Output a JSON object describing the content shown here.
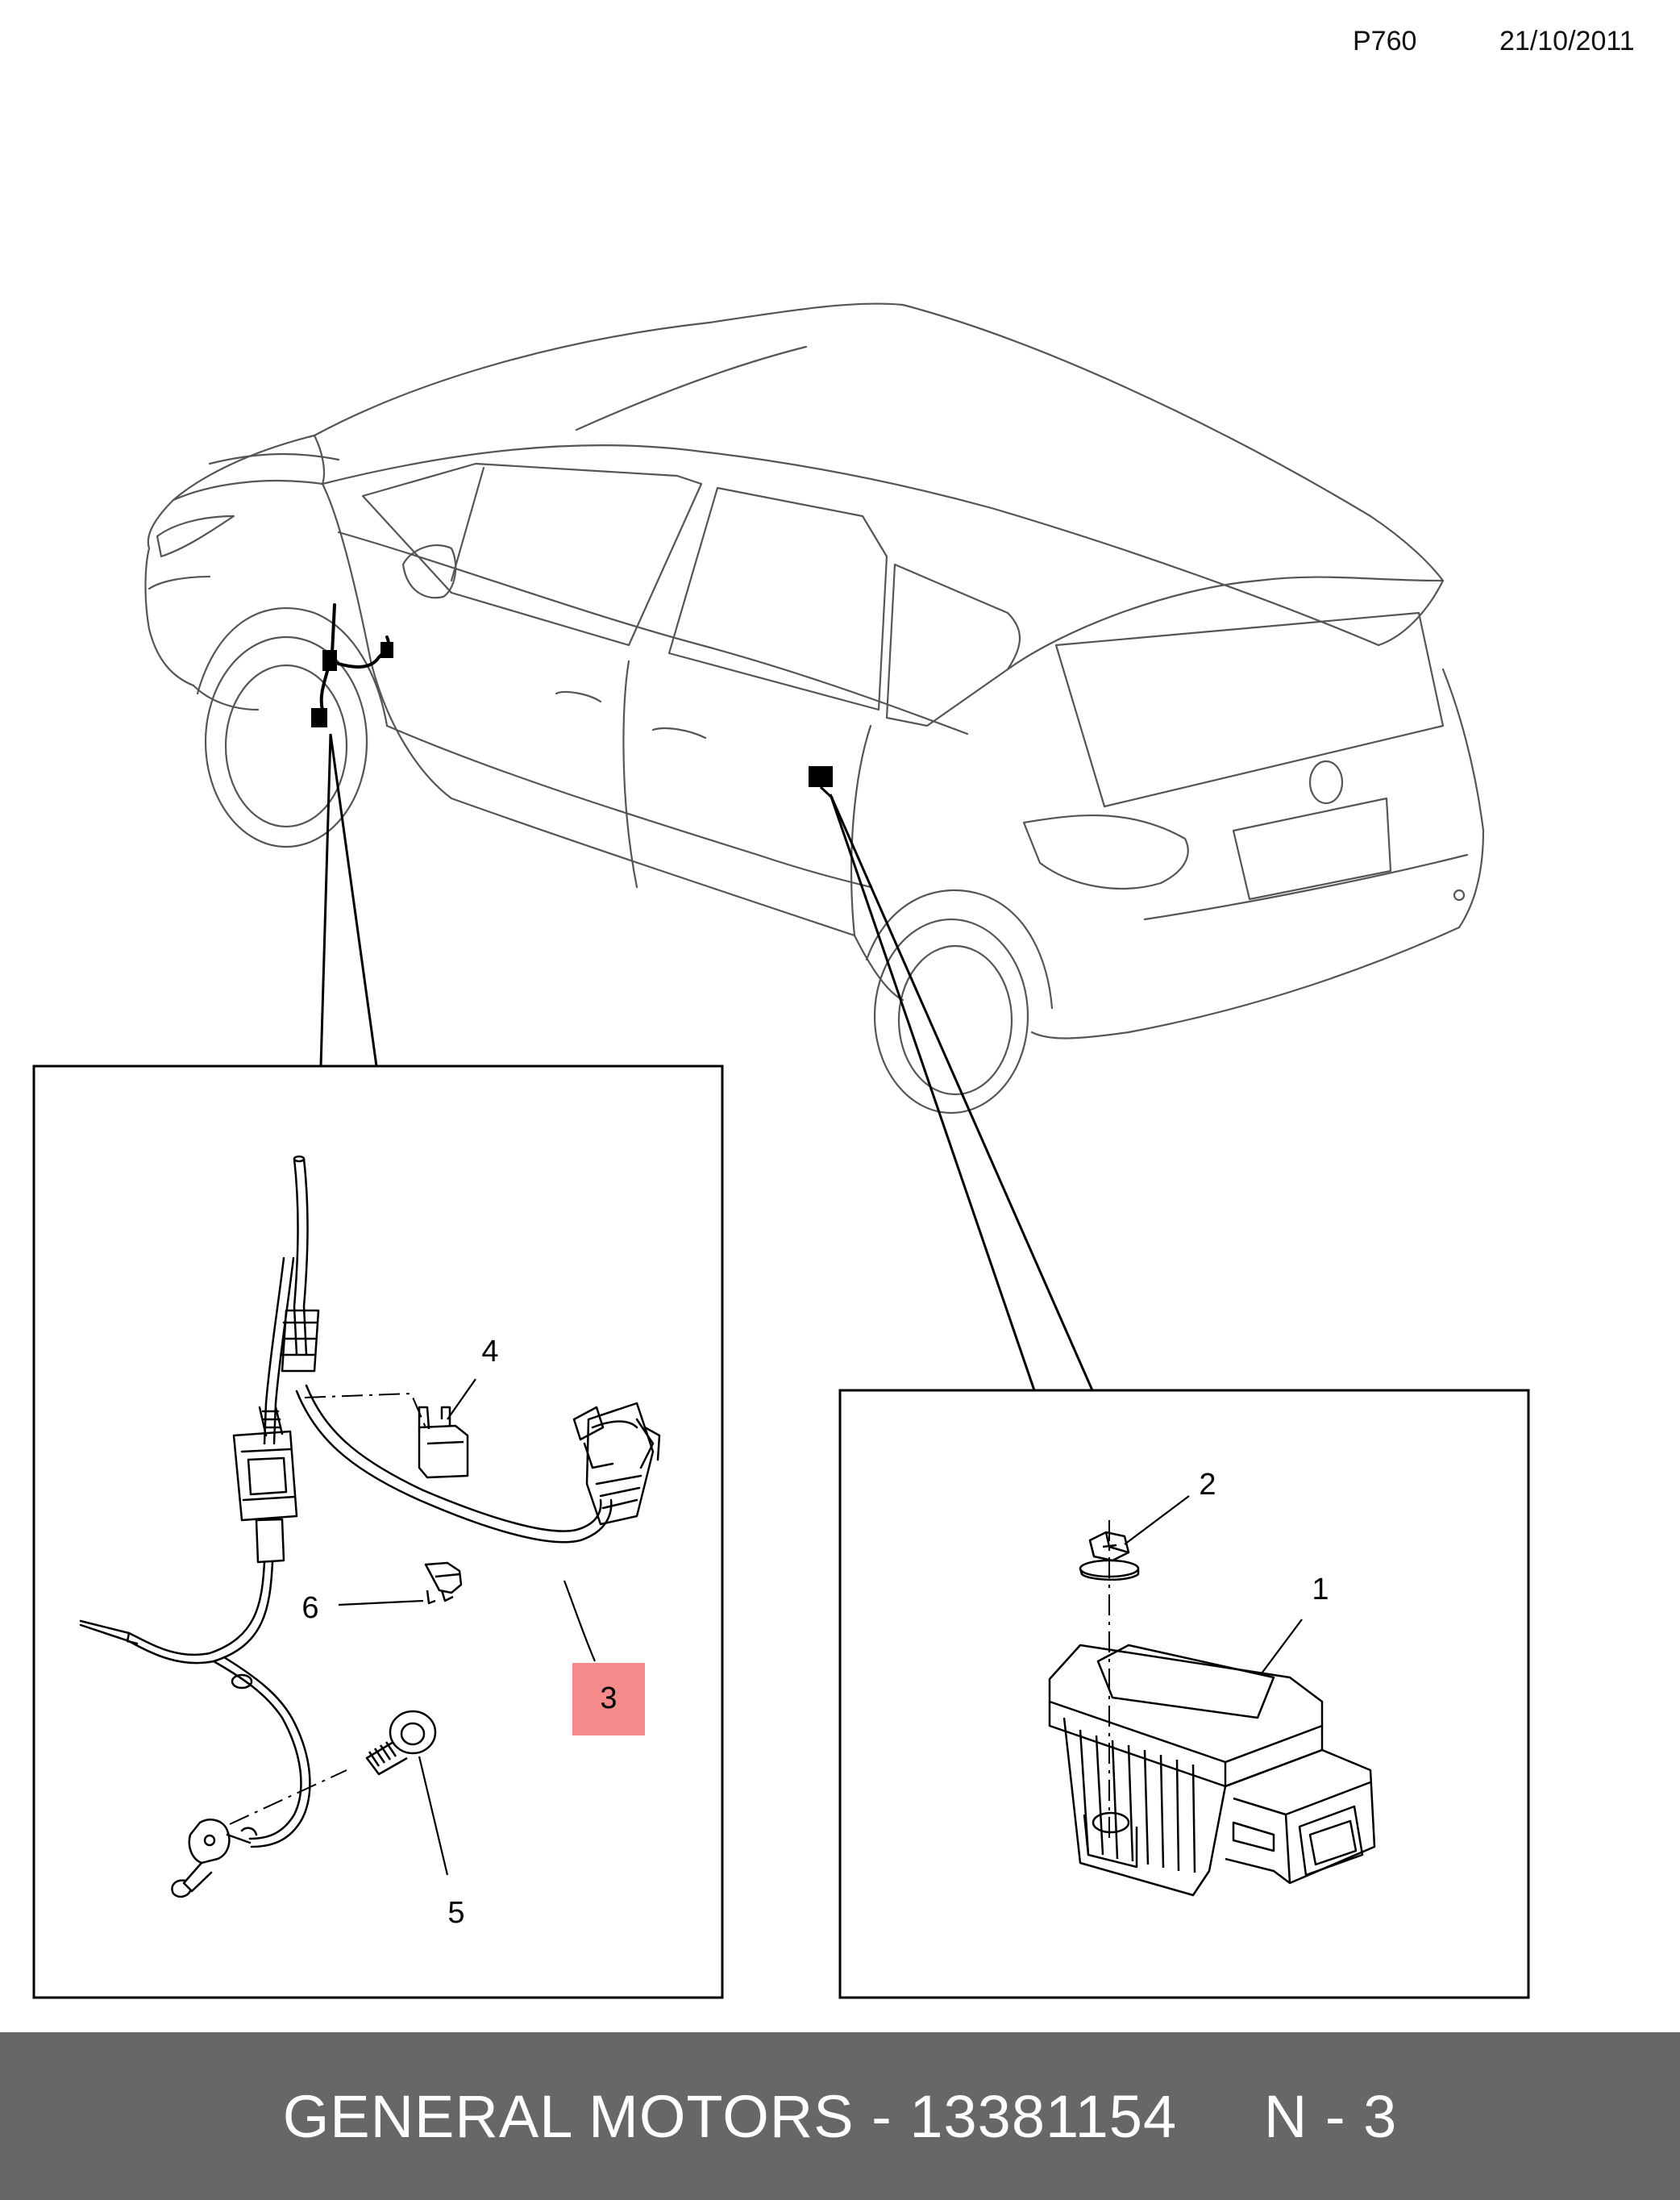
{
  "header": {
    "diagram_code": "P760",
    "date": "21/10/2011"
  },
  "callouts": {
    "c1": "1",
    "c2": "2",
    "c3": "3",
    "c4": "4",
    "c5": "5",
    "c6": "6"
  },
  "highlight": {
    "callout": "3",
    "color": "#f58a8a"
  },
  "footer": {
    "text": "GENERAL MOTORS - 13381154     N - 3"
  },
  "colors": {
    "footer_bg": "#676767",
    "line": "#000000",
    "car_outline": "#555555"
  }
}
